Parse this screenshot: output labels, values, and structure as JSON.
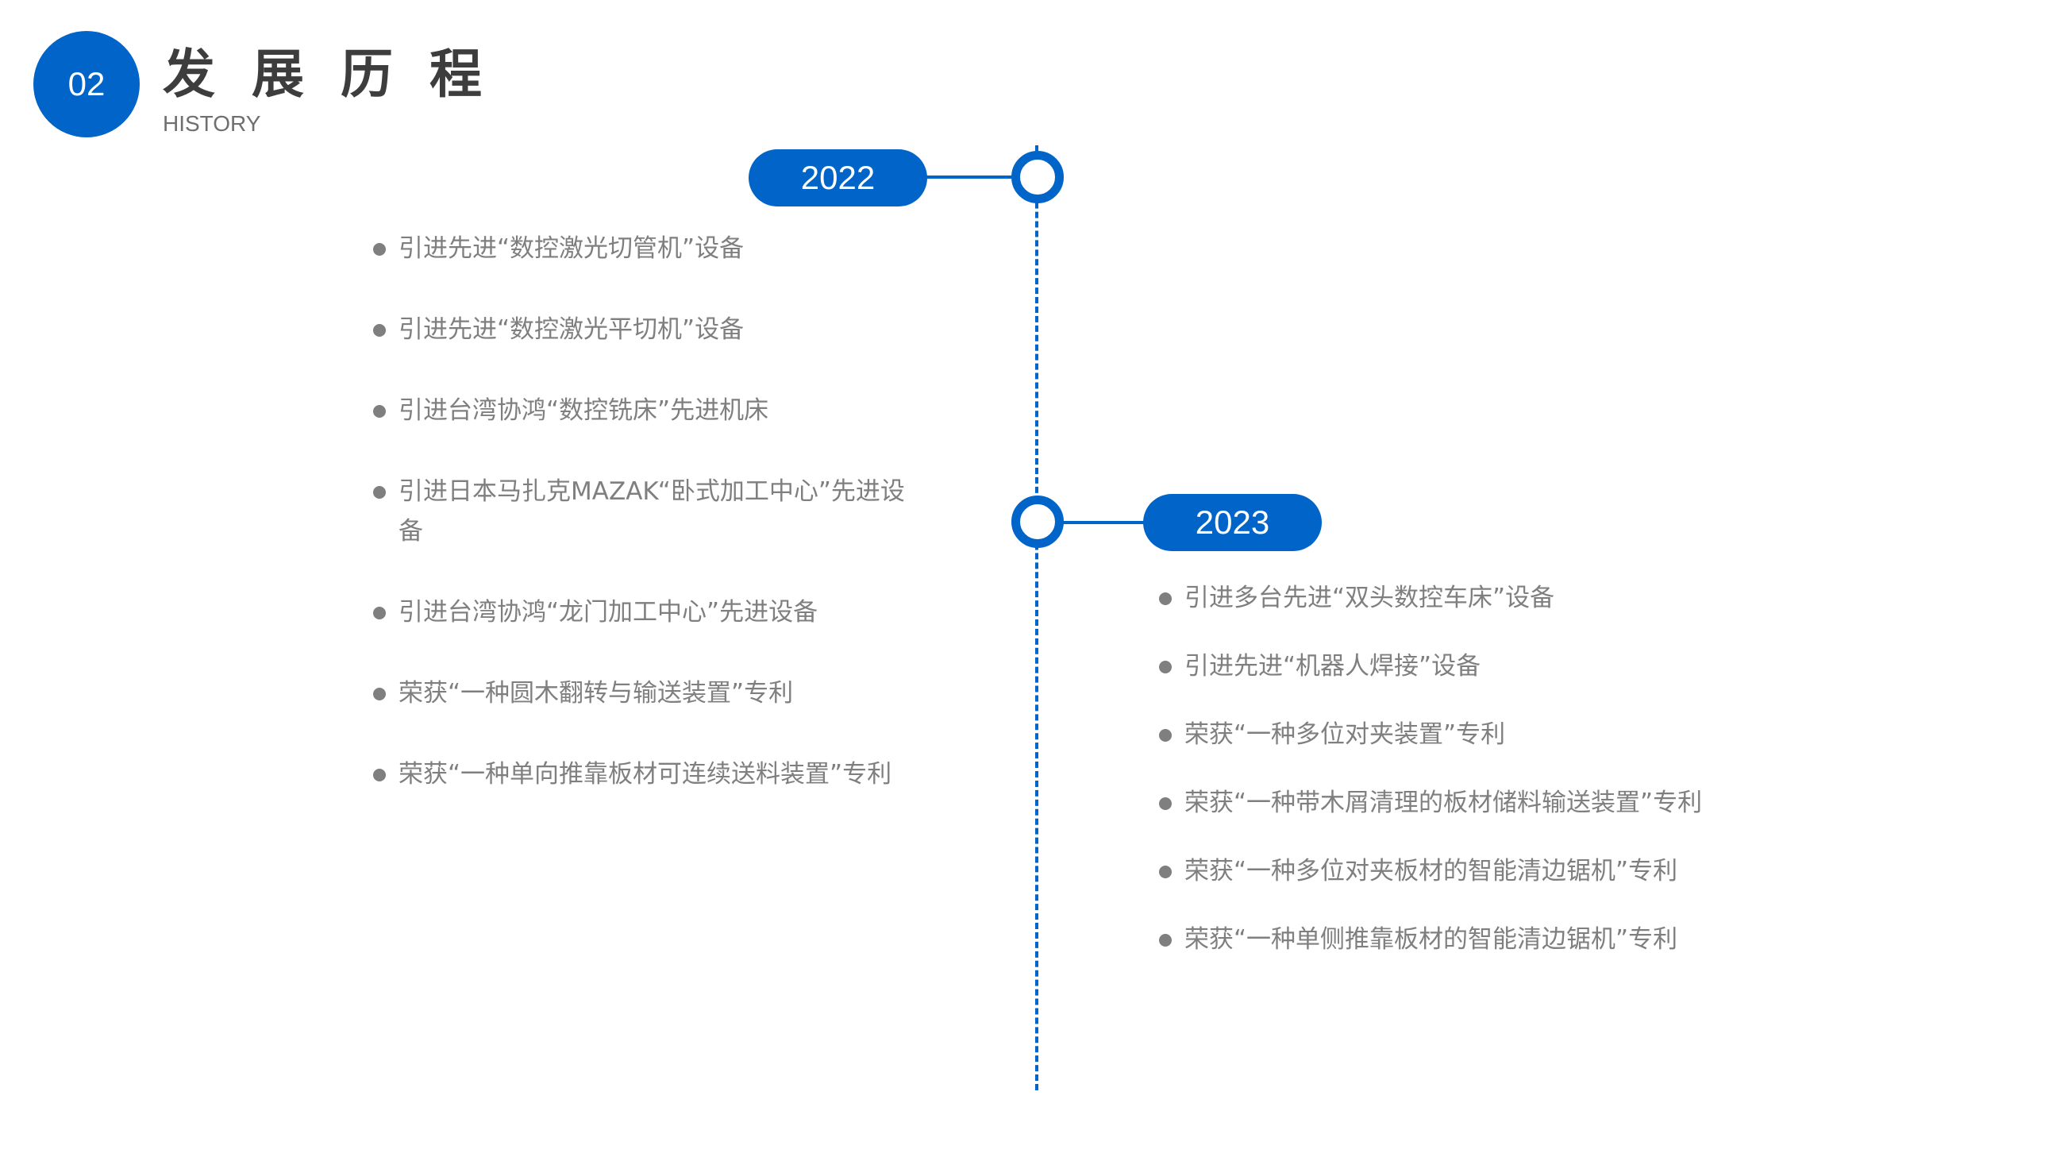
{
  "header": {
    "number": "02",
    "title": "发展历程",
    "subtitle": "HISTORY"
  },
  "colors": {
    "accent": "#0064c8",
    "text": "#7f7f7f",
    "title": "#3d3d3d"
  },
  "timeline": [
    {
      "year": "2022",
      "items": [
        "引进先进“数控激光切管机”设备",
        "引进先进“数控激光平切机”设备",
        "引进台湾协鸿“数控铣床”先进机床",
        "引进日本马扎克MAZAK“卧式加工中心”先进设备",
        "引进台湾协鸿“龙门加工中心”先进设备",
        "荣获“一种圆木翻转与输送装置”专利",
        "荣获“一种单向推靠板材可连续送料装置”专利"
      ]
    },
    {
      "year": "2023",
      "items": [
        "引进多台先进“双头数控车床”设备",
        "引进先进“机器人焊接”设备",
        "荣获“一种多位对夹装置”专利",
        "荣获“一种带木屑清理的板材储料输送装置”专利",
        "荣获“一种多位对夹板材的智能清边锯机”专利",
        "荣获“一种单侧推靠板材的智能清边锯机”专利"
      ]
    }
  ]
}
